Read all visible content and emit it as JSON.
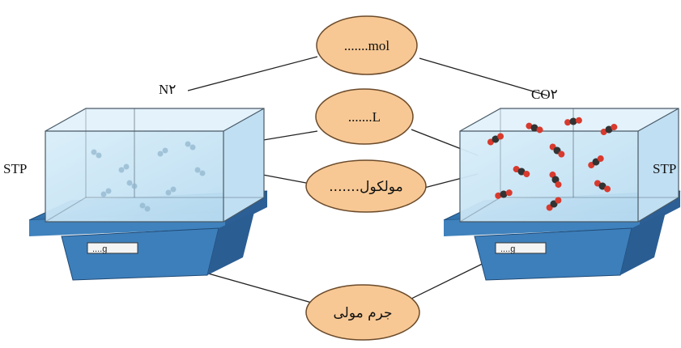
{
  "ovals": {
    "mol": ".......mol",
    "liters": ".......L",
    "molecules": "مولکول.......",
    "molar_mass": "جرم مولی"
  },
  "left_container": {
    "gas_label": "N۲",
    "condition_label": "STP",
    "scale_display": "....g"
  },
  "right_container": {
    "gas_label": "CO۲",
    "condition_label": "STP",
    "scale_display": "....g"
  },
  "colors": {
    "oval_fill": "#f7c894",
    "oval_stroke": "#6b4a2a",
    "box_fill": "#cfe8f7",
    "box_edge": "#4a5a66",
    "scale_top": "#4a8fc9",
    "scale_dark": "#2b5f95",
    "molecule_red": "#d83a2e",
    "molecule_dark": "#333333"
  }
}
